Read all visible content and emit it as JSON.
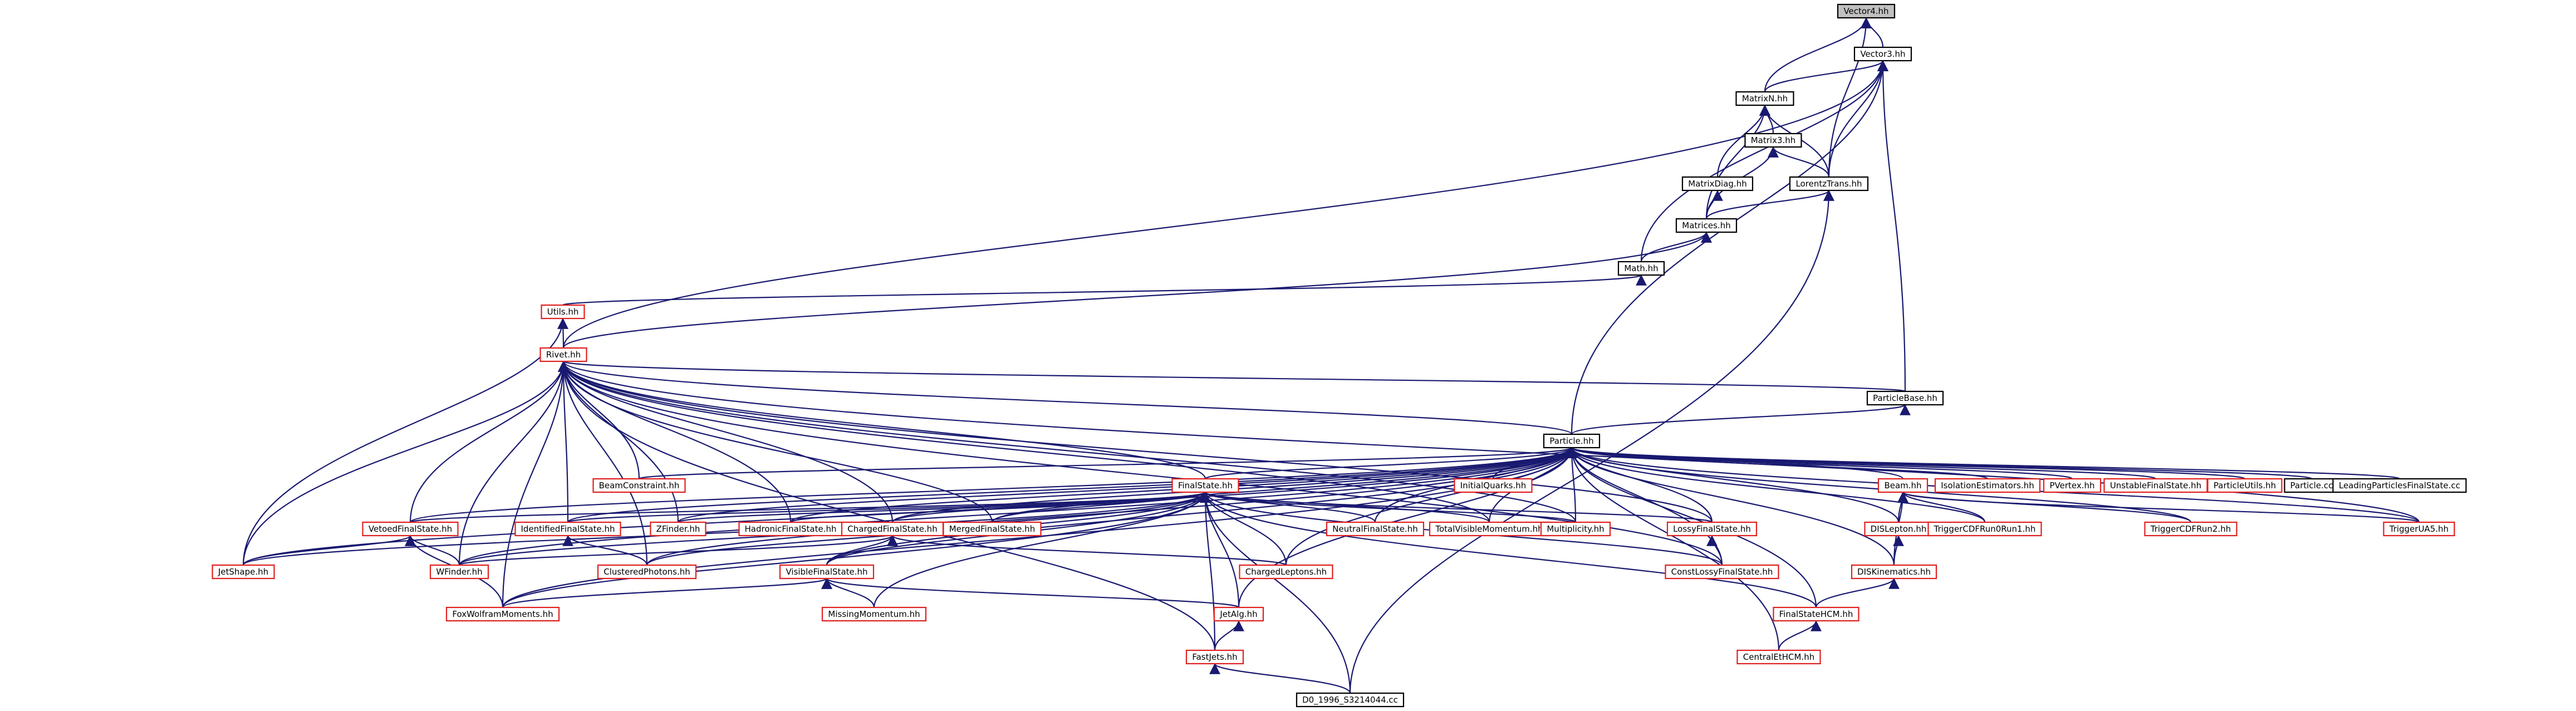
{
  "colors": {
    "edge": "#191970",
    "node_black_border": "#000000",
    "node_red_border": "#e02020",
    "root_fill": "#c0c0c0",
    "node_fill": "#ffffff"
  },
  "nodes": [
    {
      "id": "vector4",
      "label": "Vector4.hh",
      "style": "root"
    },
    {
      "id": "vector3",
      "label": "Vector3.hh",
      "style": "black"
    },
    {
      "id": "matrixn",
      "label": "MatrixN.hh",
      "style": "black"
    },
    {
      "id": "matrix3",
      "label": "Matrix3.hh",
      "style": "black"
    },
    {
      "id": "matrixdiag",
      "label": "MatrixDiag.hh",
      "style": "black"
    },
    {
      "id": "lorentztrans",
      "label": "LorentzTrans.hh",
      "style": "black"
    },
    {
      "id": "matrices",
      "label": "Matrices.hh",
      "style": "black"
    },
    {
      "id": "math",
      "label": "Math.hh",
      "style": "black"
    },
    {
      "id": "utils",
      "label": "Utils.hh",
      "style": "red"
    },
    {
      "id": "rivet",
      "label": "Rivet.hh",
      "style": "red"
    },
    {
      "id": "particlebase",
      "label": "ParticleBase.hh",
      "style": "black"
    },
    {
      "id": "particle",
      "label": "Particle.hh",
      "style": "black"
    },
    {
      "id": "beamconstraint",
      "label": "BeamConstraint.hh",
      "style": "red"
    },
    {
      "id": "finalstate",
      "label": "FinalState.hh",
      "style": "red"
    },
    {
      "id": "initialquarks",
      "label": "InitialQuarks.hh",
      "style": "red"
    },
    {
      "id": "beam",
      "label": "Beam.hh",
      "style": "red"
    },
    {
      "id": "isolationestimators",
      "label": "IsolationEstimators.hh",
      "style": "red"
    },
    {
      "id": "pvertex",
      "label": "PVertex.hh",
      "style": "red"
    },
    {
      "id": "unstablefinalstate",
      "label": "UnstableFinalState.hh",
      "style": "red"
    },
    {
      "id": "particleutils",
      "label": "ParticleUtils.hh",
      "style": "red"
    },
    {
      "id": "particlecc",
      "label": "Particle.cc",
      "style": "black"
    },
    {
      "id": "leadingparticles",
      "label": "LeadingParticlesFinalState.cc",
      "style": "black"
    },
    {
      "id": "vetoedfinalstate",
      "label": "VetoedFinalState.hh",
      "style": "red"
    },
    {
      "id": "identifiedfinalstate",
      "label": "IdentifiedFinalState.hh",
      "style": "red"
    },
    {
      "id": "zfinder",
      "label": "ZFinder.hh",
      "style": "red"
    },
    {
      "id": "hadronicfinalstate",
      "label": "HadronicFinalState.hh",
      "style": "red"
    },
    {
      "id": "chargedfinalstate",
      "label": "ChargedFinalState.hh",
      "style": "red"
    },
    {
      "id": "mergedfinalstate",
      "label": "MergedFinalState.hh",
      "style": "red"
    },
    {
      "id": "neutralfinalstate",
      "label": "NeutralFinalState.hh",
      "style": "red"
    },
    {
      "id": "totalvisiblemomentum",
      "label": "TotalVisibleMomentum.hh",
      "style": "red"
    },
    {
      "id": "multiplicity",
      "label": "Multiplicity.hh",
      "style": "red"
    },
    {
      "id": "lossyfinalstate",
      "label": "LossyFinalState.hh",
      "style": "red"
    },
    {
      "id": "dislepton",
      "label": "DISLepton.hh",
      "style": "red"
    },
    {
      "id": "triggercdfrun0run1",
      "label": "TriggerCDFRun0Run1.hh",
      "style": "red"
    },
    {
      "id": "triggercdfrun2",
      "label": "TriggerCDFRun2.hh",
      "style": "red"
    },
    {
      "id": "triggerua5",
      "label": "TriggerUA5.hh",
      "style": "red"
    },
    {
      "id": "jetshape",
      "label": "JetShape.hh",
      "style": "red"
    },
    {
      "id": "wfinder",
      "label": "WFinder.hh",
      "style": "red"
    },
    {
      "id": "clusteredphotons",
      "label": "ClusteredPhotons.hh",
      "style": "red"
    },
    {
      "id": "visiblefinalstate",
      "label": "VisibleFinalState.hh",
      "style": "red"
    },
    {
      "id": "chargedleptons",
      "label": "ChargedLeptons.hh",
      "style": "red"
    },
    {
      "id": "constlossyfinalstate",
      "label": "ConstLossyFinalState.hh",
      "style": "red"
    },
    {
      "id": "diskinematics",
      "label": "DISKinematics.hh",
      "style": "red"
    },
    {
      "id": "foxwolframmoments",
      "label": "FoxWolframMoments.hh",
      "style": "red"
    },
    {
      "id": "missingmomentum",
      "label": "MissingMomentum.hh",
      "style": "red"
    },
    {
      "id": "jetalg",
      "label": "JetAlg.hh",
      "style": "red"
    },
    {
      "id": "finalstatehcm",
      "label": "FinalStateHCM.hh",
      "style": "red"
    },
    {
      "id": "centraletahcm",
      "label": "CentralEtHCM.hh",
      "style": "red"
    },
    {
      "id": "fastjets",
      "label": "FastJets.hh",
      "style": "red"
    },
    {
      "id": "d0_1996",
      "label": "D0_1996_S3214044.cc",
      "style": "black"
    }
  ]
}
